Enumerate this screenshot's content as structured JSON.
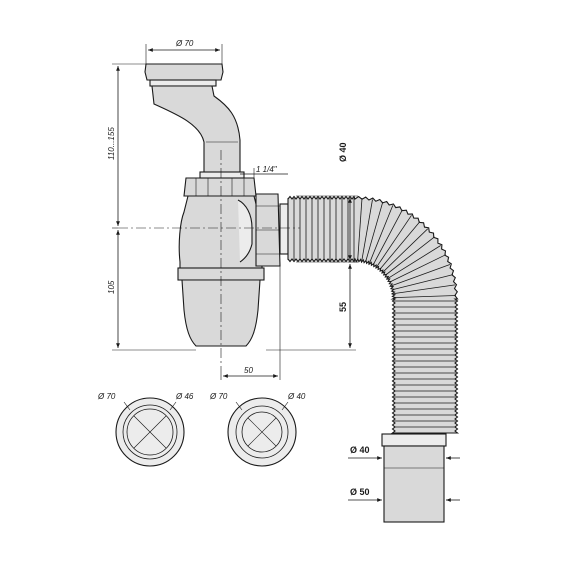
{
  "dimensions": {
    "top_diameter": "Ø 70",
    "height_upper": "110...155",
    "height_lower": "105",
    "thread": "1 1/4\"",
    "offset": "50",
    "hose_inlet_diameter": "Ø 40",
    "drop_height": "55",
    "outlet_inner": "Ø 40",
    "outlet_outer": "Ø 50"
  },
  "seals": [
    {
      "outer": "Ø 70",
      "inner": "Ø 46"
    },
    {
      "outer": "Ø 70",
      "inner": "Ø 40"
    }
  ]
}
